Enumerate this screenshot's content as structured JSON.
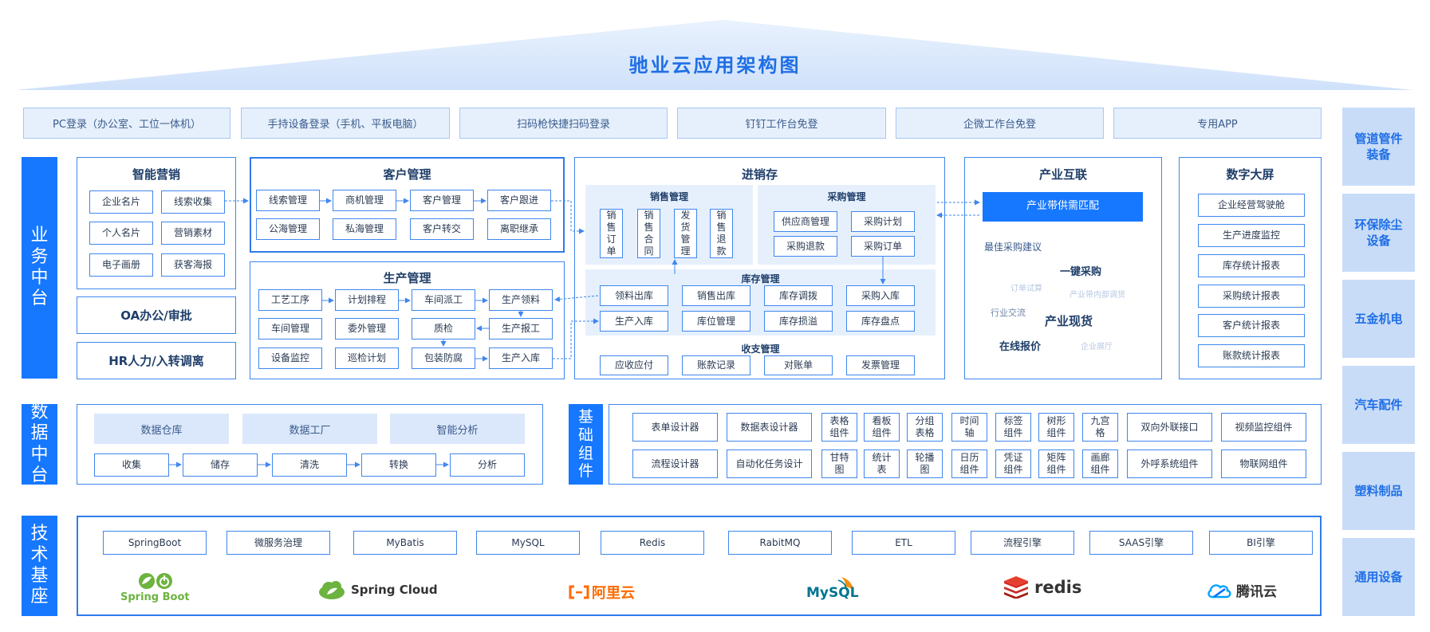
{
  "title": "驰业云应用架构图",
  "login_options": [
    "PC登录（办公室、工位一体机）",
    "手持设备登录（手机、平板电脑）",
    "扫码枪快捷扫码登录",
    "钉钉工作台免登",
    "企微工作台免登",
    "专用APP"
  ],
  "industries": [
    "管道管件装备",
    "环保除尘设备",
    "五金机电",
    "汽车配件",
    "塑料制品",
    "通用设备"
  ],
  "layers": {
    "business": "业务中台",
    "data": "数据中台",
    "tech": "技术基座",
    "components": "基础组件"
  },
  "smart_marketing": {
    "title": "智能营销",
    "items": [
      "企业名片",
      "线索收集",
      "个人名片",
      "营销素材",
      "电子画册",
      "获客海报"
    ]
  },
  "oa": "OA办公/审批",
  "hr": "HR人力/入转调离",
  "customer": {
    "title": "客户管理",
    "items": [
      "线索管理",
      "商机管理",
      "客户管理",
      "客户跟进",
      "公海管理",
      "私海管理",
      "客户转交",
      "离职继承"
    ]
  },
  "production": {
    "title": "生产管理",
    "items": [
      "工艺工序",
      "计划排程",
      "车间派工",
      "生产领料",
      "车间管理",
      "委外管理",
      "质检",
      "生产报工",
      "设备监控",
      "巡检计划",
      "包装防腐",
      "生产入库"
    ]
  },
  "jxc": {
    "title": "进销存",
    "sales": {
      "title": "销售管理",
      "items": [
        "销售订单",
        "销售合同",
        "发货管理",
        "销售退款"
      ]
    },
    "purchase": {
      "title": "采购管理",
      "items": [
        "供应商管理",
        "采购计划",
        "采购退款",
        "采购订单"
      ]
    },
    "inventory": {
      "title": "库存管理",
      "items": [
        "领料出库",
        "销售出库",
        "库存调拨",
        "采购入库",
        "生产入库",
        "库位管理",
        "库存损溢",
        "库存盘点"
      ]
    },
    "finance": {
      "title": "收支管理",
      "items": [
        "应收应付",
        "账款记录",
        "对账单",
        "发票管理"
      ]
    }
  },
  "industry_net": {
    "title": "产业互联",
    "highlight": "产业带供需匹配",
    "cloud": [
      "最佳采购建议",
      "一键采购",
      "订单试算",
      "产业带内部调货",
      "行业交流",
      "产业现货",
      "在线报价",
      "企业展厅"
    ]
  },
  "big_screen": {
    "title": "数字大屏",
    "items": [
      "企业经营驾驶舱",
      "生产进度监控",
      "库存统计报表",
      "采购统计报表",
      "客户统计报表",
      "账款统计报表"
    ]
  },
  "data_platform": {
    "top": [
      "数据仓库",
      "数据工厂",
      "智能分析"
    ],
    "flow": [
      "收集",
      "储存",
      "清洗",
      "转换",
      "分析"
    ]
  },
  "components": [
    "表单设计器",
    "数据表设计器",
    "表格组件",
    "看板组件",
    "分组表格",
    "时间轴",
    "标签组件",
    "树形组件",
    "九宫格",
    "双向外联接口",
    "视频监控组件",
    "流程设计器",
    "自动化任务设计",
    "甘特图",
    "统计表",
    "轮播图",
    "日历组件",
    "凭证组件",
    "矩阵组件",
    "画廊组件",
    "外呼系统组件",
    "物联网组件"
  ],
  "tech": [
    "SpringBoot",
    "微服务治理",
    "MyBatis",
    "MySQL",
    "Redis",
    "RabitMQ",
    "ETL",
    "流程引擎",
    "SAAS引擎",
    "BI引擎"
  ],
  "logos": [
    "Spring Boot",
    "Spring Cloud",
    "阿里云",
    "MySQL",
    "redis",
    "腾讯云"
  ],
  "colors": {
    "accent": "#1677ff",
    "border": "#3f86ee",
    "light": "#e6f0fd",
    "industry": "#c8dcf8"
  }
}
